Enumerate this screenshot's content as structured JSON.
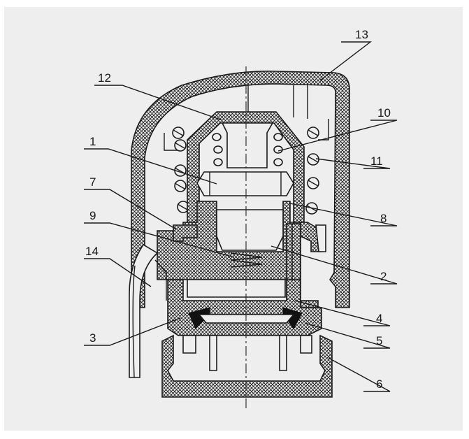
{
  "colors": {
    "background": "#eeeeee",
    "line": "#1a1a1a",
    "seal": "#111111"
  },
  "labels": {
    "l1": "1",
    "l2": "2",
    "l3": "3",
    "l4": "4",
    "l5": "5",
    "l6": "6",
    "l7": "7",
    "l8": "8",
    "l9": "9",
    "l10": "10",
    "l11": "11",
    "l12": "12",
    "l13": "13",
    "l14": "14"
  }
}
